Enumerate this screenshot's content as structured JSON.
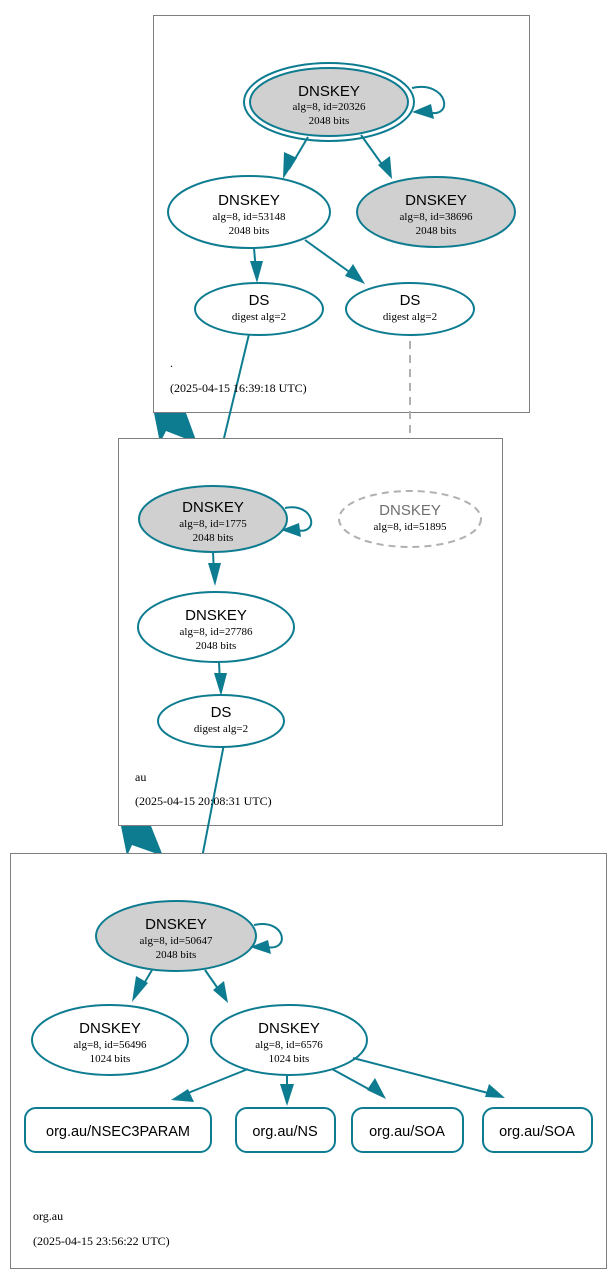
{
  "diagram": {
    "kind": "dnssec-authentication-chain",
    "colors": {
      "secure_stroke": "#0e7c90",
      "secure_fill": "#d0d0d0",
      "plain_fill": "#ffffff",
      "insecure_stroke": "#b0b0b0",
      "cluster_stroke": "#7f7f7f",
      "text": "#000000"
    }
  },
  "zones": [
    {
      "id": "root",
      "name": ".",
      "timestamp": "(2025-04-15 16:39:18 UTC)",
      "nodes": [
        {
          "id": "root-ksk-20326",
          "type": "DNSKEY",
          "title": "DNSKEY",
          "params": "alg=8, id=20326",
          "size": "2048 bits",
          "style": "trust-anchor-secure"
        },
        {
          "id": "root-zsk-53148",
          "type": "DNSKEY",
          "title": "DNSKEY",
          "params": "alg=8, id=53148",
          "size": "2048 bits",
          "style": "plain"
        },
        {
          "id": "root-key-38696",
          "type": "DNSKEY",
          "title": "DNSKEY",
          "params": "alg=8, id=38696",
          "size": "2048 bits",
          "style": "secure"
        },
        {
          "id": "root-ds-left",
          "type": "DS",
          "title": "DS",
          "params": "digest alg=2",
          "size": "",
          "style": "plain"
        },
        {
          "id": "root-ds-right",
          "type": "DS",
          "title": "DS",
          "params": "digest alg=2",
          "size": "",
          "style": "plain"
        }
      ]
    },
    {
      "id": "au",
      "name": "au",
      "timestamp": "(2025-04-15 20:08:31 UTC)",
      "nodes": [
        {
          "id": "au-ksk-1775",
          "type": "DNSKEY",
          "title": "DNSKEY",
          "params": "alg=8, id=1775",
          "size": "2048 bits",
          "style": "secure"
        },
        {
          "id": "au-key-51895",
          "type": "DNSKEY",
          "title": "DNSKEY",
          "params": "alg=8, id=51895",
          "size": "",
          "style": "insecure"
        },
        {
          "id": "au-zsk-27786",
          "type": "DNSKEY",
          "title": "DNSKEY",
          "params": "alg=8, id=27786",
          "size": "2048 bits",
          "style": "plain"
        },
        {
          "id": "au-ds",
          "type": "DS",
          "title": "DS",
          "params": "digest alg=2",
          "size": "",
          "style": "plain"
        }
      ]
    },
    {
      "id": "orgau",
      "name": "org.au",
      "timestamp": "(2025-04-15 23:56:22 UTC)",
      "nodes": [
        {
          "id": "orgau-ksk-50647",
          "type": "DNSKEY",
          "title": "DNSKEY",
          "params": "alg=8, id=50647",
          "size": "2048 bits",
          "style": "secure"
        },
        {
          "id": "orgau-key-56496",
          "type": "DNSKEY",
          "title": "DNSKEY",
          "params": "alg=8, id=56496",
          "size": "1024 bits",
          "style": "plain"
        },
        {
          "id": "orgau-zsk-6576",
          "type": "DNSKEY",
          "title": "DNSKEY",
          "params": "alg=8, id=6576",
          "size": "1024 bits",
          "style": "plain"
        }
      ],
      "records": [
        {
          "id": "rr-nsec3param",
          "label": "org.au/NSEC3PARAM"
        },
        {
          "id": "rr-ns",
          "label": "org.au/NS"
        },
        {
          "id": "rr-soa-1",
          "label": "org.au/SOA"
        },
        {
          "id": "rr-soa-2",
          "label": "org.au/SOA"
        }
      ]
    }
  ]
}
